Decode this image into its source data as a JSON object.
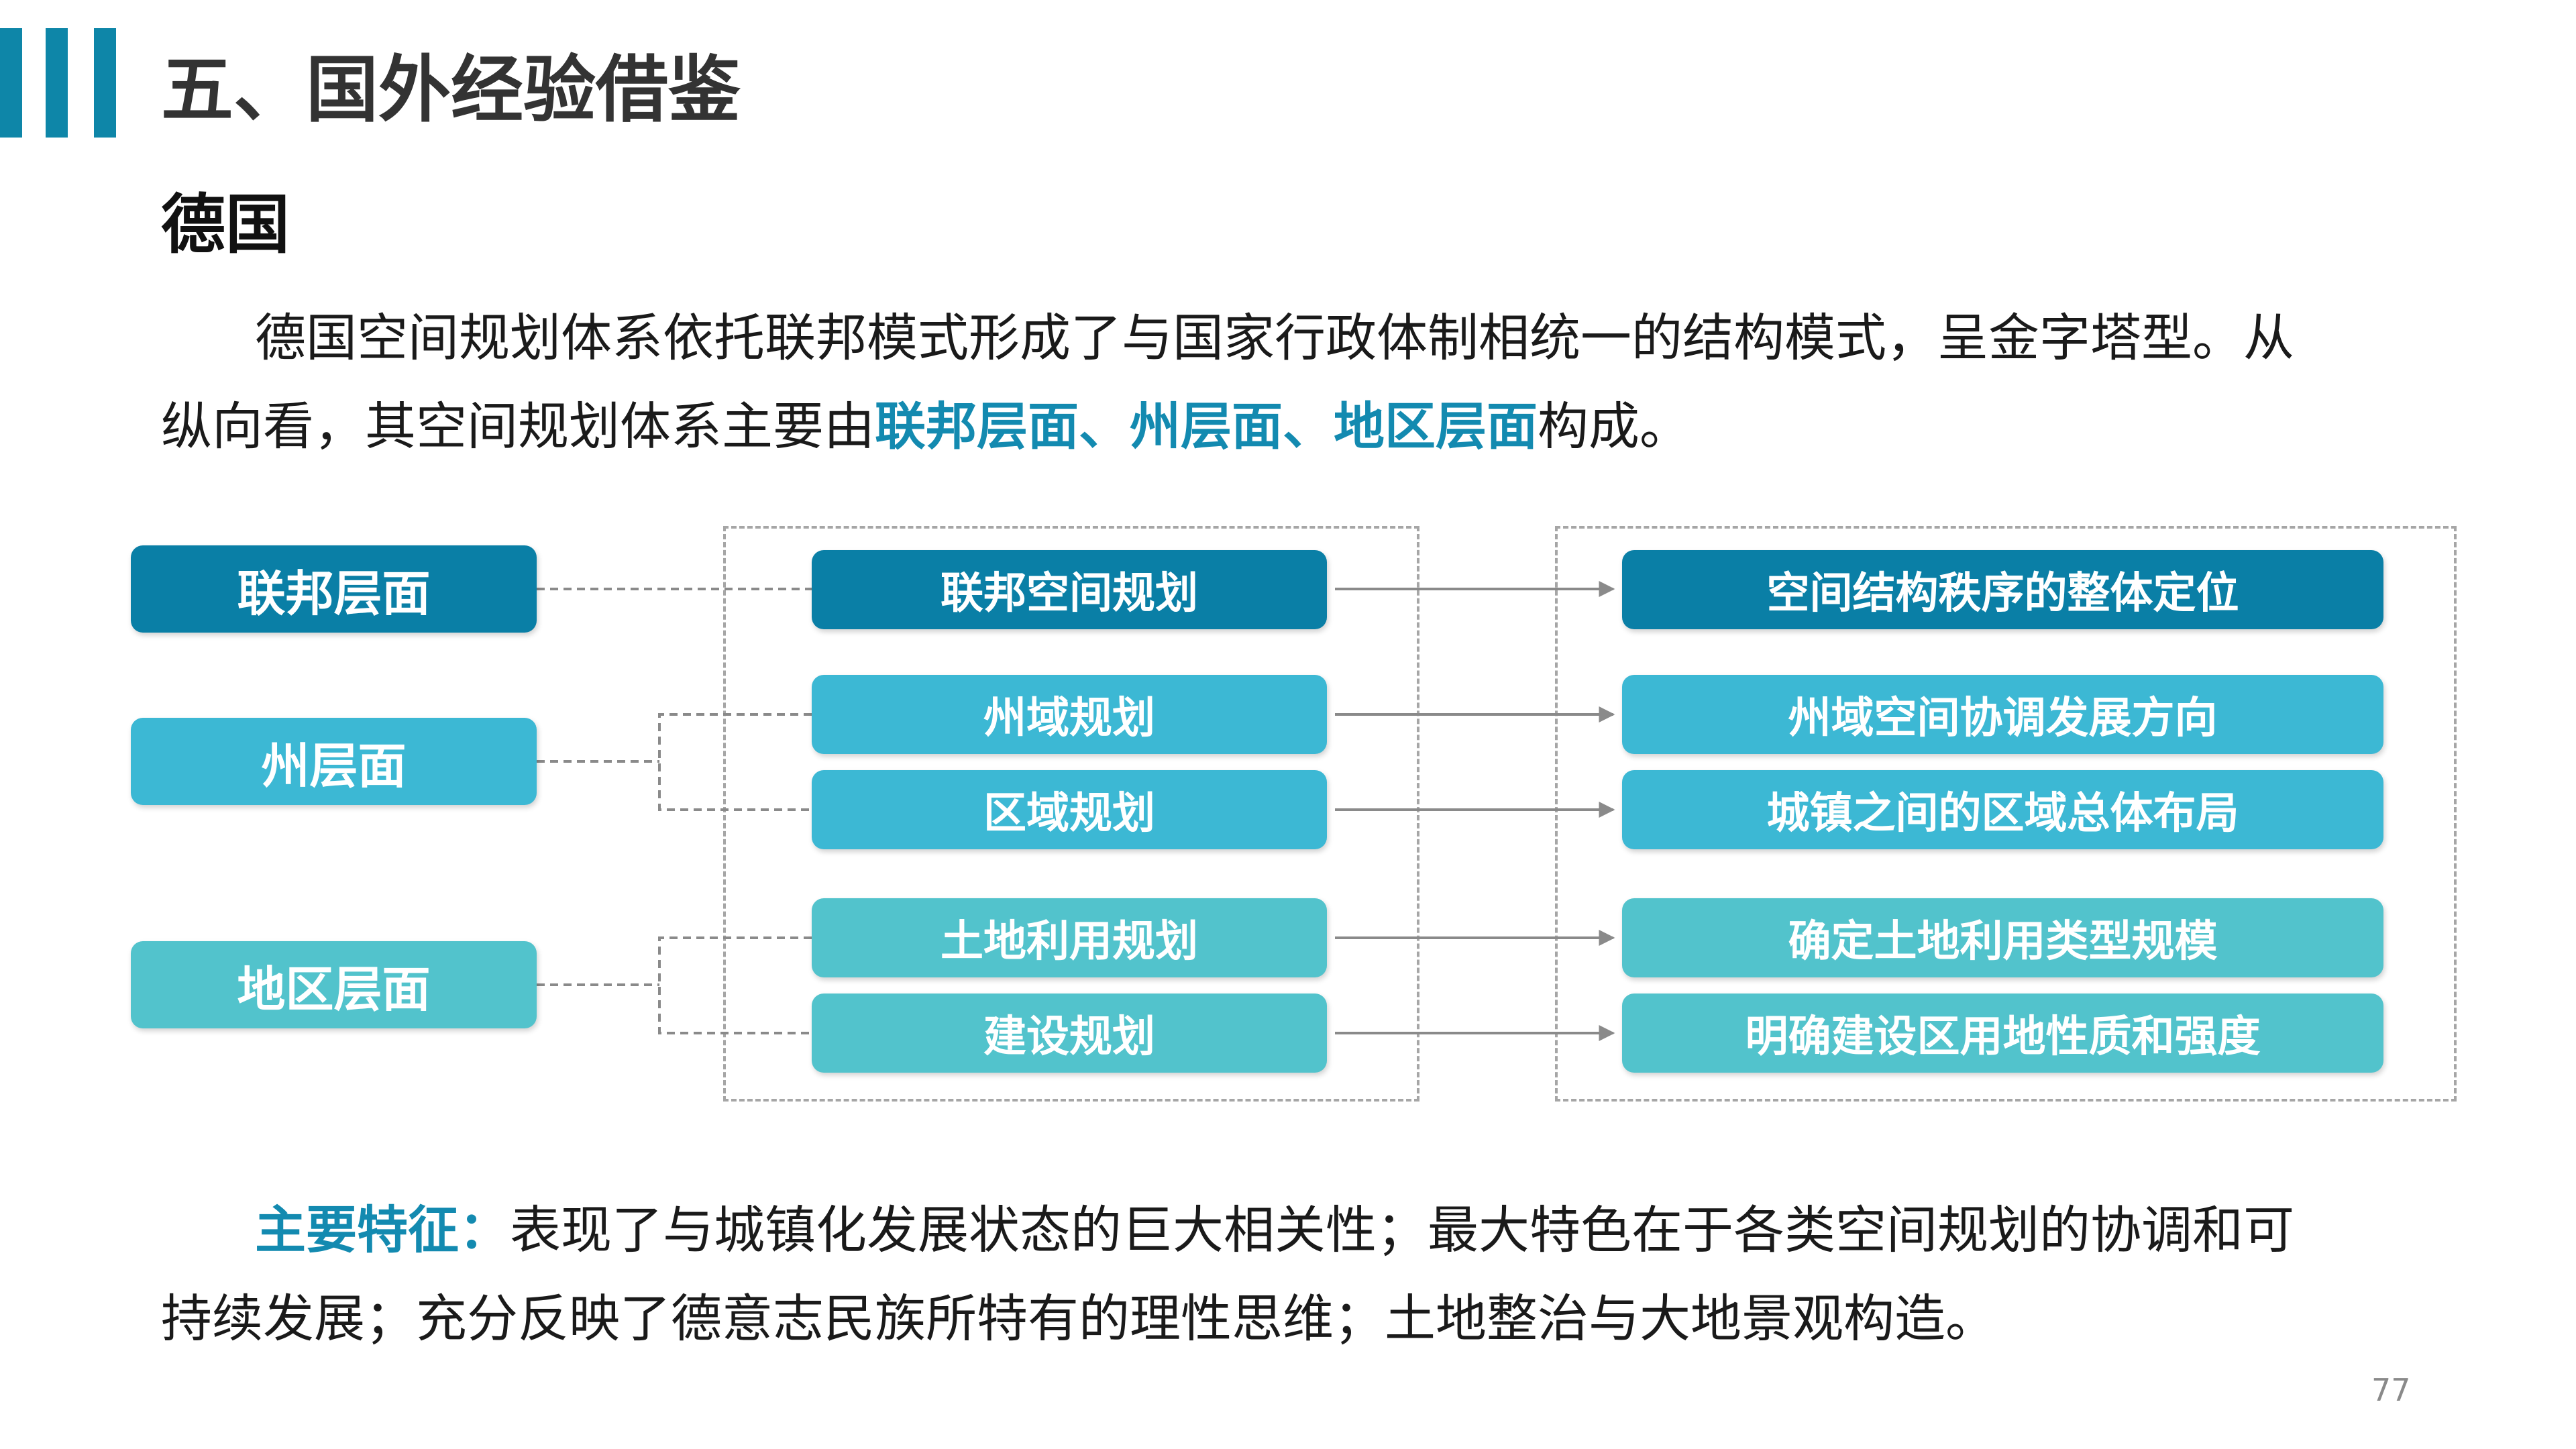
{
  "header": {
    "title": "五、国外经验借鉴",
    "section": "德国"
  },
  "intro": {
    "line1": "德国空间规划体系依托联邦模式形成了与国家行政体制相统一的结构模式，呈金字塔型。从",
    "line2_prefix": "纵向看，其空间规划体系主要由",
    "line2_highlight": "联邦层面、州层面、地区层面",
    "line2_suffix": "构成。"
  },
  "diagram": {
    "levels": [
      "联邦层面",
      "州层面",
      "地区层面"
    ],
    "plans": [
      "联邦空间规划",
      "州域规划",
      "区域规划",
      "土地利用规划",
      "建设规划"
    ],
    "goals": [
      "空间结构秩序的整体定位",
      "州域空间协调发展方向",
      "城镇之间的区域总体布局",
      "确定土地利用类型规模",
      "明确建设区用地性质和强度"
    ]
  },
  "features": {
    "label": "主要特征：",
    "line1": "表现了与城镇化发展状态的巨大相关性；最大特色在于各类空间规划的协调和可",
    "line2": "持续发展；充分反映了德意志民族所特有的理性思维；土地整治与大地景观构造。"
  },
  "page_number": "77",
  "colors": {
    "accent": "#0e86a8",
    "box_dark": "#0a7fa6",
    "box_mid": "#3cb8d4",
    "box_light": "#52c3cc"
  }
}
